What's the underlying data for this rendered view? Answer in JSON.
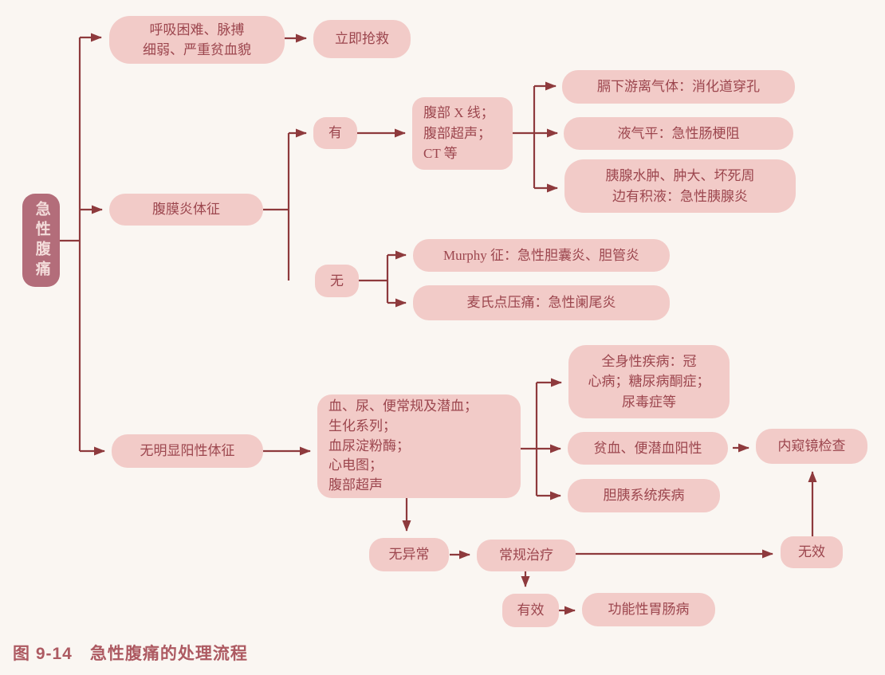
{
  "figure": {
    "caption": "图 9-14　急性腹痛的处理流程"
  },
  "colors": {
    "background": "#faf6f2",
    "node_fill": "#f2cbc8",
    "node_text": "#9c464e",
    "root_fill": "#b36d7a",
    "root_text": "#f3dcda",
    "arrow": "#8e3a3d",
    "caption_text": "#ad5a62"
  },
  "nodes": {
    "root": "急性腹痛",
    "resp": "呼吸困难、脉搏\n细弱、严重贫血貌",
    "rescue": "立即抢救",
    "peritonitis": "腹膜炎体征",
    "yes": "有",
    "imaging": "腹部 X 线；\n腹部超声；\nCT 等",
    "free_gas": "膈下游离气体：消化道穿孔",
    "air_fluid": "液气平：急性肠梗阻",
    "pancreas": "胰腺水肿、肿大、坏死周\n边有积液：急性胰腺炎",
    "no": "无",
    "murphy": "Murphy 征：急性胆囊炎、胆管炎",
    "mcburney": "麦氏点压痛：急性阑尾炎",
    "no_signs": "无明显阳性体征",
    "labs": "血、尿、便常规及潜血；\n生化系列；\n血尿淀粉酶；\n心电图；\n腹部超声",
    "systemic": "全身性疾病：冠\n心病；糖尿病酮症；\n尿毒症等",
    "anemia": "贫血、便潜血阳性",
    "endoscopy": "内窥镜检查",
    "biliary": "胆胰系统疾病",
    "no_abnormal": "无异常",
    "routine": "常规治疗",
    "ineffective": "无效",
    "effective": "有效",
    "functional": "功能性胃肠病"
  }
}
